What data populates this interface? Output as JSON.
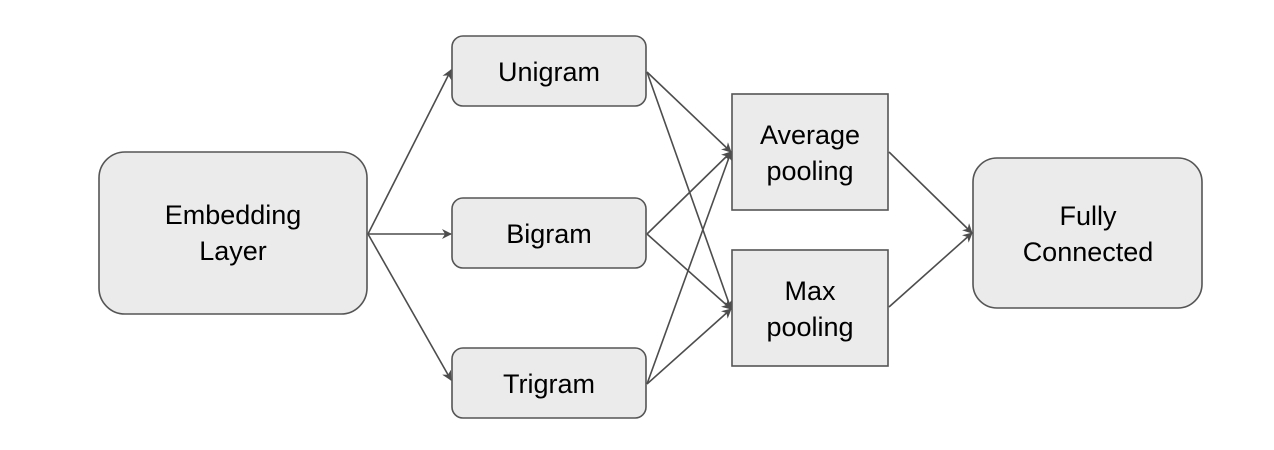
{
  "nodes": {
    "embedding": {
      "lines": [
        "Embedding",
        "Layer"
      ]
    },
    "unigram": {
      "lines": [
        "Unigram"
      ]
    },
    "bigram": {
      "lines": [
        "Bigram"
      ]
    },
    "trigram": {
      "lines": [
        "Trigram"
      ]
    },
    "avgpool": {
      "lines": [
        "Average",
        "pooling"
      ]
    },
    "maxpool": {
      "lines": [
        "Max",
        "pooling"
      ]
    },
    "fc": {
      "lines": [
        "Fully",
        "Connected"
      ]
    }
  },
  "edges": [
    {
      "from": "embedding",
      "to": "unigram"
    },
    {
      "from": "embedding",
      "to": "bigram"
    },
    {
      "from": "embedding",
      "to": "trigram"
    },
    {
      "from": "unigram",
      "to": "avgpool"
    },
    {
      "from": "unigram",
      "to": "maxpool"
    },
    {
      "from": "bigram",
      "to": "avgpool"
    },
    {
      "from": "bigram",
      "to": "maxpool"
    },
    {
      "from": "trigram",
      "to": "avgpool"
    },
    {
      "from": "trigram",
      "to": "maxpool"
    },
    {
      "from": "avgpool",
      "to": "fc"
    },
    {
      "from": "maxpool",
      "to": "fc"
    }
  ]
}
